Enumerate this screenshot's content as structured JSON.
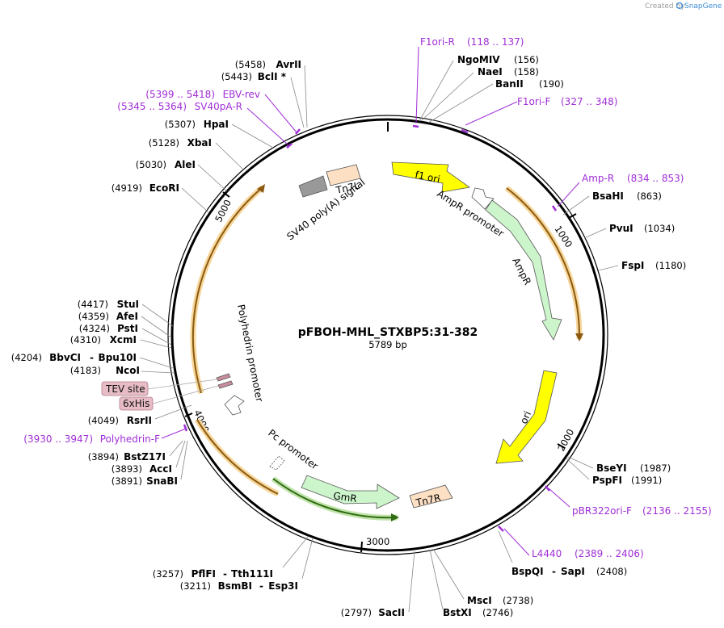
{
  "watermark": {
    "created_by": "Created by",
    "brand": "SnapGene"
  },
  "plasmid": {
    "name": "pFBOH-MHL_STXBP5:31-382",
    "length": "5789 bp"
  },
  "ticks": [
    "1000",
    "2000",
    "3000",
    "4000",
    "5000"
  ],
  "restriction_sites": [
    {
      "name": "NgoMIV",
      "pos": "(156)"
    },
    {
      "name": "NaeI",
      "pos": "(158)"
    },
    {
      "name": "BanII",
      "pos": "(190)"
    },
    {
      "name": "BsaHI",
      "pos": "(863)"
    },
    {
      "name": "PvuI",
      "pos": "(1034)"
    },
    {
      "name": "FspI",
      "pos": "(1180)"
    },
    {
      "name": "BseYI",
      "pos": "(1987)"
    },
    {
      "name": "PspFI",
      "pos": "(1991)"
    },
    {
      "name": "BspQI",
      "name2": "SapI",
      "pos": "(2408)"
    },
    {
      "name": "MscI",
      "pos": "(2738)"
    },
    {
      "name": "BstXI",
      "pos": "(2746)"
    },
    {
      "name": "SacII",
      "pos": "(2797)"
    },
    {
      "name": "PflFI",
      "name2": "Tth111I",
      "pos": "(3257)"
    },
    {
      "name": "BsmBI",
      "name2": "Esp3I",
      "pos": "(3211)"
    },
    {
      "name": "BstZ17I",
      "pos": "(3894)"
    },
    {
      "name": "AccI",
      "pos": "(3893)"
    },
    {
      "name": "SnaBI",
      "pos": "(3891)"
    },
    {
      "name": "RsrII",
      "pos": "(4049)"
    },
    {
      "name": "NcoI",
      "pos": "(4183)"
    },
    {
      "name": "BbvCI",
      "name2": "Bpu10I",
      "pos": "(4204)"
    },
    {
      "name": "XcmI",
      "pos": "(4310)"
    },
    {
      "name": "PstI",
      "pos": "(4324)"
    },
    {
      "name": "AfeI",
      "pos": "(4359)"
    },
    {
      "name": "StuI",
      "pos": "(4417)"
    },
    {
      "name": "EcoRI",
      "pos": "(4919)"
    },
    {
      "name": "AleI",
      "pos": "(5030)"
    },
    {
      "name": "XbaI",
      "pos": "(5128)"
    },
    {
      "name": "HpaI",
      "pos": "(5307)"
    },
    {
      "name": "BclI *",
      "pos": "(5443)"
    },
    {
      "name": "AvrII",
      "pos": "(5458)"
    }
  ],
  "primers": [
    {
      "name": "F1ori-R",
      "range": "(118 .. 137)"
    },
    {
      "name": "F1ori-F",
      "range": "(327 .. 348)"
    },
    {
      "name": "Amp-R",
      "range": "(834 .. 853)"
    },
    {
      "name": "pBR322ori-F",
      "range": "(2136 .. 2155)"
    },
    {
      "name": "L4440",
      "range": "(2389 .. 2406)"
    },
    {
      "name": "Polyhedrin-F",
      "range": "(3930 .. 3947)"
    },
    {
      "name": "SV40pA-R",
      "range": "(5345 .. 5364)"
    },
    {
      "name": "EBV-rev",
      "range": "(5399 .. 5418)"
    }
  ],
  "features": [
    {
      "name": "f1 ori",
      "color": "#ffff00"
    },
    {
      "name": "AmpR promoter",
      "color": "#ffffff"
    },
    {
      "name": "AmpR",
      "color": "#ccf5cc"
    },
    {
      "name": "ori",
      "color": "#ffff00"
    },
    {
      "name": "Tn7R",
      "color": "#fde0c4"
    },
    {
      "name": "GmR",
      "color": "#ccf5cc"
    },
    {
      "name": "Pc promoter",
      "color": "#ffffff"
    },
    {
      "name": "Polyhedrin promoter",
      "color": "#ffffff"
    },
    {
      "name": "SV40 poly(A) signal",
      "color": "#999999"
    },
    {
      "name": "Tn7L",
      "color": "#fde0c4"
    }
  ],
  "tags": [
    {
      "name": "TEV site",
      "color": "#e8bcc6"
    },
    {
      "name": "6xHis",
      "color": "#e8bcc6"
    }
  ],
  "colors": {
    "primer": "#a02ed6",
    "orf": "#f2a21e",
    "orf_green": "#5fa332"
  }
}
